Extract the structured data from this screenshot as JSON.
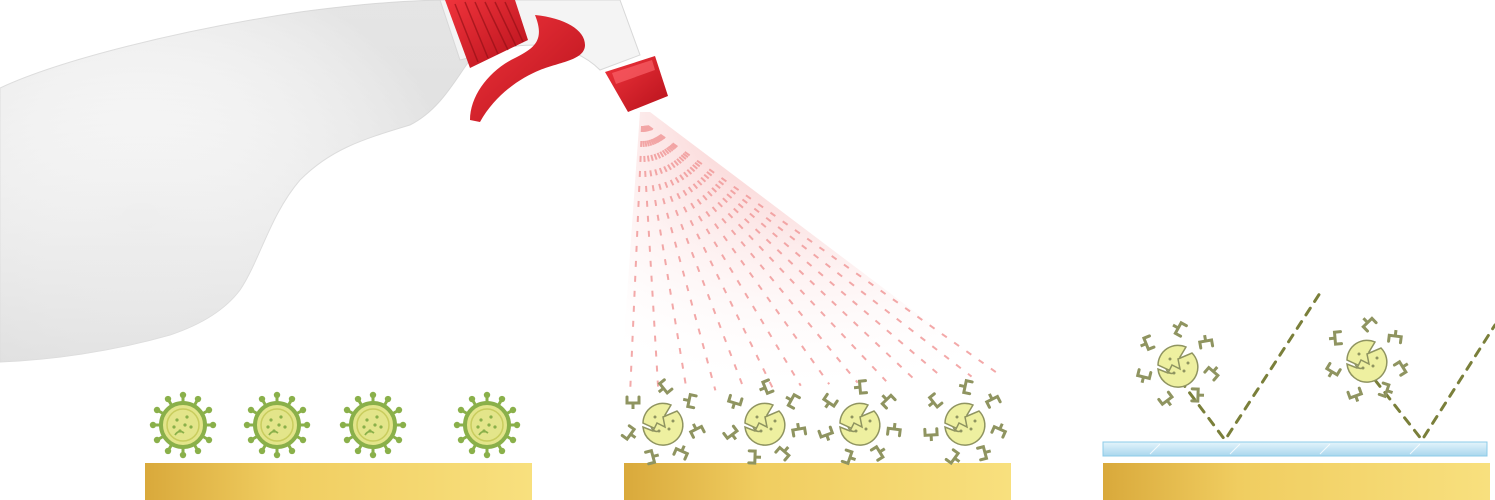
{
  "colors": {
    "background": "#ffffff",
    "bottle_body": "#f2f2f2",
    "bottle_shadow": "#d9d9d9",
    "trigger_red": "#e8202a",
    "trigger_dark": "#b5121b",
    "spray_mist": "#f5a3a3",
    "virus_intact_fill": "#e3e58a",
    "virus_intact_outline": "#8ab04a",
    "virus_broken_fill": "#eef0a0",
    "virus_broken_outline": "#8f9460",
    "surface_gold": "#f1cf62",
    "surface_gold_dark": "#d8ac3e",
    "coating_blue": "#bfe2f3",
    "coating_edge": "#8ccbe8",
    "bounce_path": "#7a7f3a"
  },
  "panels": [
    {
      "id": "untreated",
      "virus_state": "intact",
      "virus_count": 4
    },
    {
      "id": "spraying",
      "virus_state": "broken",
      "virus_count": 4
    },
    {
      "id": "coated",
      "virus_state": "broken_bouncing",
      "virus_count": 2
    }
  ],
  "icons": {
    "spray_bottle": "spray-bottle-icon",
    "intact_virus": "virus-icon",
    "broken_virus": "broken-virus-icon",
    "surface": "surface-bar",
    "coating": "protective-coating-layer"
  }
}
